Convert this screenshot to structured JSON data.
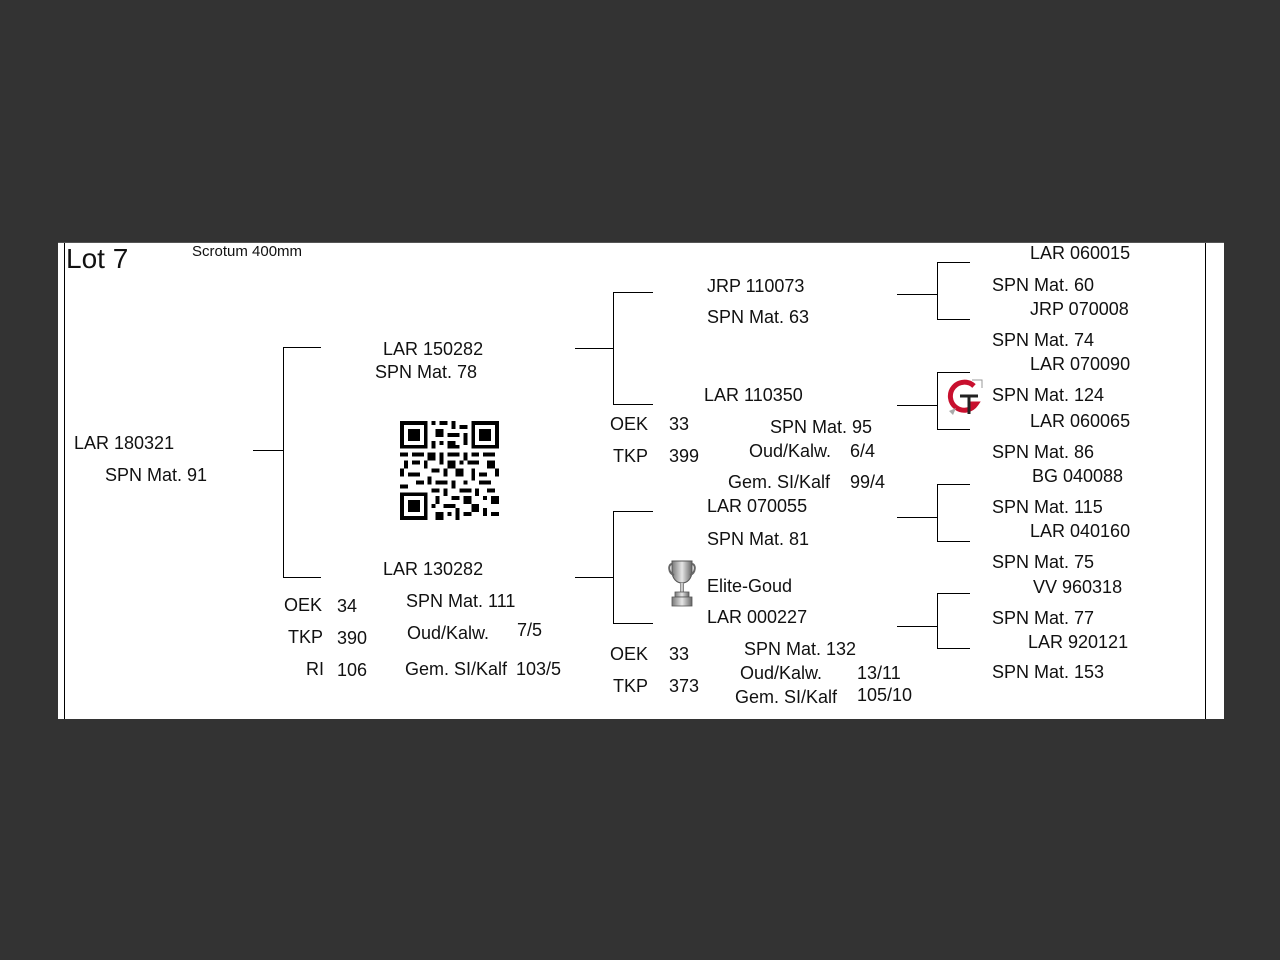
{
  "header": {
    "lot": "Lot 7",
    "scrotum": "Scrotum 400mm"
  },
  "animal": {
    "id": "LAR 180321",
    "spn": "SPN Mat. 91"
  },
  "sire": {
    "id": "LAR 150282",
    "spn": "SPN Mat. 78",
    "sire": {
      "id": "JRP 110073",
      "spn": "SPN Mat. 63",
      "sire": {
        "id": "LAR 060015",
        "spn": "SPN Mat. 60"
      },
      "dam": {
        "id": "JRP 070008",
        "spn": "SPN Mat. 74"
      }
    },
    "dam": {
      "id": "LAR 110350",
      "spn": "SPN Mat. 95",
      "oek_label": "OEK",
      "oek": "33",
      "tkp_label": "TKP",
      "tkp": "399",
      "oud_label": "Oud/Kalw.",
      "oud": "6/4",
      "gem_label": "Gem. SI/Kalf",
      "gem": "99/4",
      "sire": {
        "id": "LAR 070090",
        "spn": "SPN Mat. 124"
      },
      "dam": {
        "id": "LAR 060065",
        "spn": "SPN Mat. 86"
      }
    }
  },
  "dam": {
    "id": "LAR 130282",
    "spn": "SPN Mat. 111",
    "oek_label": "OEK",
    "oek": "34",
    "tkp_label": "TKP",
    "tkp": "390",
    "ri_label": "RI",
    "ri": "106",
    "oud_label": "Oud/Kalw.",
    "oud": "7/5",
    "gem_label": "Gem. SI/Kalf",
    "gem": "103/5",
    "sire": {
      "id": "LAR 070055",
      "spn": "SPN Mat. 81",
      "sire": {
        "id": "BG  040088",
        "spn": "SPN Mat. 115"
      },
      "dam": {
        "id": "LAR 040160",
        "spn": "SPN Mat. 75"
      }
    },
    "dam": {
      "award": "Elite-Goud",
      "id": "LAR 000227",
      "spn": "SPN Mat. 132",
      "oek_label": "OEK",
      "oek": "33",
      "tkp_label": "TKP",
      "tkp": "373",
      "oud_label": "Oud/Kalw.",
      "oud": "13/11",
      "gem_label": "Gem. SI/Kalf",
      "gem": "105/10",
      "sire": {
        "id": "VV  960318",
        "spn": "SPN Mat. 77"
      },
      "dam": {
        "id": "LAR 920121",
        "spn": "SPN Mat. 153"
      }
    }
  },
  "icons": {
    "qr": "qr-code-icon",
    "logo": "gt-logo-icon",
    "trophy": "trophy-icon"
  },
  "colors": {
    "background": "#333333",
    "paper": "#ffffff",
    "logo_red": "#c8102e"
  }
}
